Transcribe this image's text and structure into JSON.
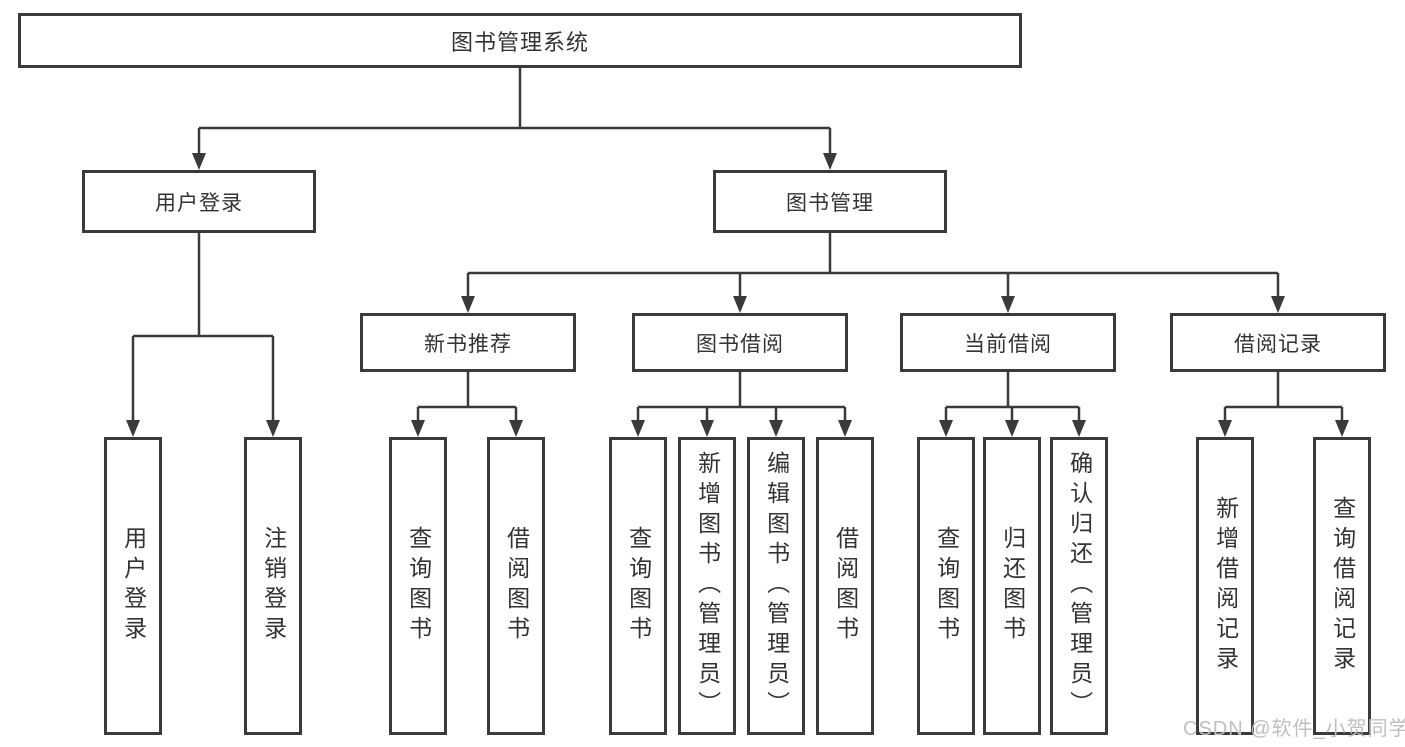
{
  "diagram": {
    "root": {
      "label": "图书管理系统"
    },
    "branches": [
      {
        "label": "用户登录",
        "children": [
          {
            "label": "用户登录"
          },
          {
            "label": "注销登录"
          }
        ]
      },
      {
        "label": "图书管理",
        "children": [
          {
            "label": "新书推荐",
            "children": [
              {
                "label": "查询图书"
              },
              {
                "label": "借阅图书"
              }
            ]
          },
          {
            "label": "图书借阅",
            "children": [
              {
                "label": "查询图书"
              },
              {
                "label": "新增图书（管理员）"
              },
              {
                "label": "编辑图书（管理员）"
              },
              {
                "label": "借阅图书"
              }
            ]
          },
          {
            "label": "当前借阅",
            "children": [
              {
                "label": "查询图书"
              },
              {
                "label": "归还图书"
              },
              {
                "label": "确认归还（管理员）"
              }
            ]
          },
          {
            "label": "借阅记录",
            "children": [
              {
                "label": "新增借阅记录"
              },
              {
                "label": "查询借阅记录"
              }
            ]
          }
        ]
      }
    ]
  },
  "watermark": {
    "text": "CSDN @软件_小贺同学"
  },
  "style": {
    "line_color": "#3a3a3a",
    "box_border_color": "#3a3a3a",
    "text_color": "#333333",
    "watermark_color": "#bfbfbf",
    "background": "#ffffff"
  }
}
